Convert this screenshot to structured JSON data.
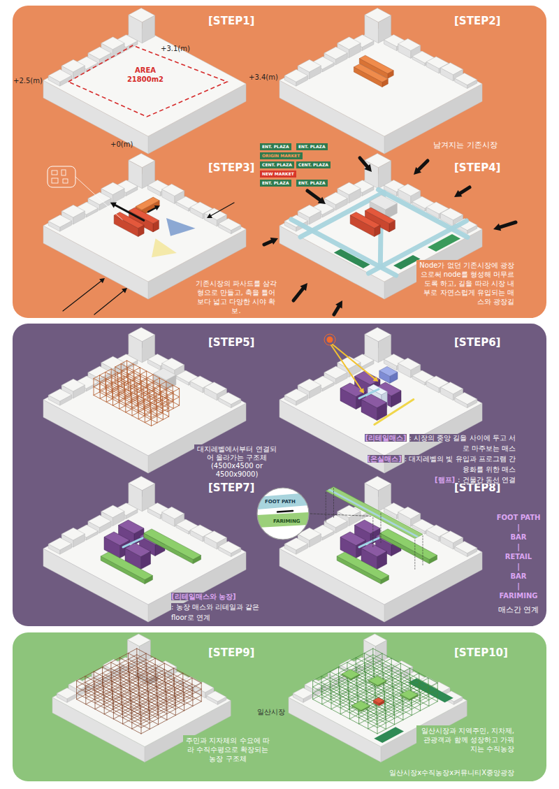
{
  "diagram": {
    "nodes": [
      {
        "text": [
          "AREA",
          "21800m2"
        ]
      },
      {
        "text": [
          "ENT. PLAZA"
        ]
      },
      {
        "text": [
          "ENT. PLAZA"
        ]
      },
      {
        "text": [
          "ORIGIN MARKET"
        ]
      },
      {
        "text": [
          "CENT. PLAZA"
        ]
      },
      {
        "text": [
          "CENT. PLAZA"
        ]
      },
      {
        "text": [
          "NEW MARKET"
        ]
      },
      {
        "text": [
          "ENT. PLAZA"
        ]
      },
      {
        "text": [
          "ENT. PLAZA"
        ]
      },
      {
        "text": [
          "FOOT PATH",
          "FARIMING"
        ]
      }
    ],
    "labels": [
      "[STEP1]",
      "+3.1(m)",
      "+3.4(m)",
      "+2.5(m)",
      "+0(m)",
      "[STEP2]",
      "남겨지는 기존시장",
      "[STEP3]",
      "기존시장의 파사드를 삼각형으로 만들고, 축을 틀어 보다 넓고 다양한 시야 확보.",
      "[STEP4]",
      "Node가 없던 기존시장에 광장으로써 node를 형성해 머무르도록 하고, 길을 따라 시장 내부로 자연스럽게 유입되는 매스와 광장길",
      "[STEP5]",
      "대지레벨에서부터 연결되어 올라가는 구조체(4500x4500 or 4500x9000)",
      "[STEP6]",
      "[리테일매스]",
      ": 시장의 중앙 길을 사이에 두고 서로 마주보는 매스",
      "[온실매스]",
      ": 대지레벨의 빛 유입과 프로그램 간 융화를 위한 매스",
      "[램프]",
      ": 건물간 동선 연결",
      "[STEP7]",
      "[리테일매스와 농장]",
      ": 농장 매스와 리테일과 같은 floor로 연계",
      "[STEP8]",
      "FOOT PATH",
      "|",
      "BAR",
      "|",
      "RETAIL",
      "|",
      "BAR",
      "|",
      "FARIMING",
      "매스간 연계",
      "[STEP9]",
      "주민과 지자체의 수요에 따라 수직수평으로 확장되는 농장 구조체",
      "[STEP10]",
      "일산시장",
      "일산시장과 지역주민, 지차제, 관광객과 함께 성장하고 가꿔지는 수직농장",
      "일산시장x수직농장x커뮤니티X중앙광장"
    ]
  }
}
